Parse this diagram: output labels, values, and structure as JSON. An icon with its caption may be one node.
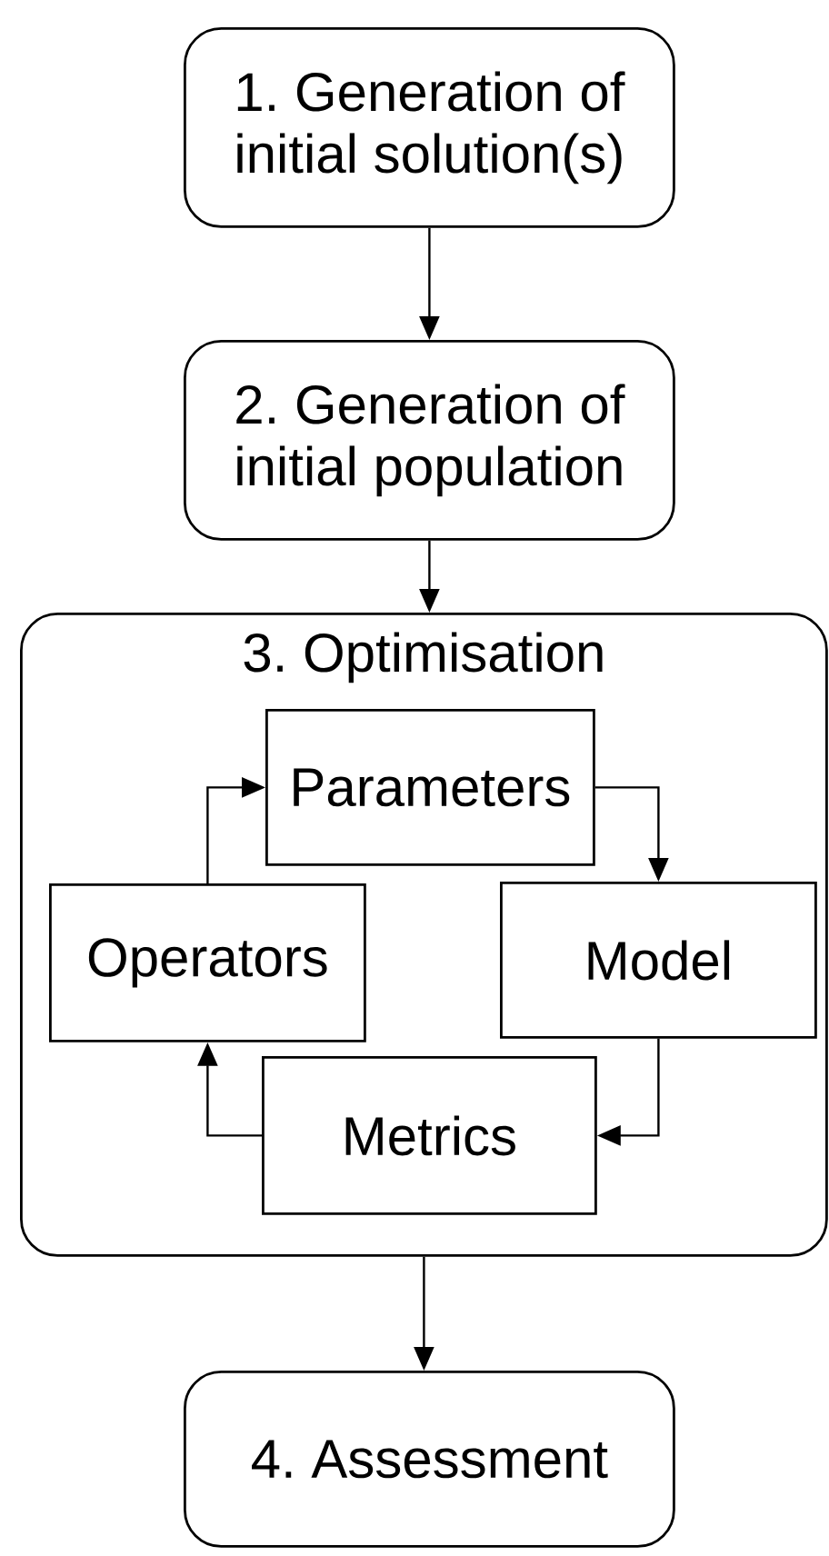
{
  "diagram": {
    "nodes": [
      {
        "text": [
          "1. Generation of initial solution(s)"
        ]
      },
      {
        "text": [
          "2. Generation of initial population"
        ]
      },
      {
        "text": [
          "3. Optimisation"
        ]
      },
      {
        "text": [
          "Parameters"
        ],
        "in": 2
      },
      {
        "text": [
          "Operators"
        ],
        "in": 2
      },
      {
        "text": [
          "Model"
        ],
        "in": 2
      },
      {
        "text": [
          "Metrics"
        ],
        "in": 2
      },
      {
        "text": [
          "4. Assessment"
        ]
      }
    ],
    "edges": [
      {
        "from": 0,
        "to": 1,
        "arrow": "to"
      },
      {
        "from": 1,
        "to": 2,
        "arrow": "to"
      },
      {
        "from": 4,
        "to": 3,
        "arrow": "to"
      },
      {
        "from": 3,
        "to": 5,
        "arrow": "to"
      },
      {
        "from": 5,
        "to": 6,
        "arrow": "to"
      },
      {
        "from": 6,
        "to": 4,
        "arrow": "to"
      },
      {
        "from": 2,
        "to": 7,
        "arrow": "to"
      }
    ]
  }
}
